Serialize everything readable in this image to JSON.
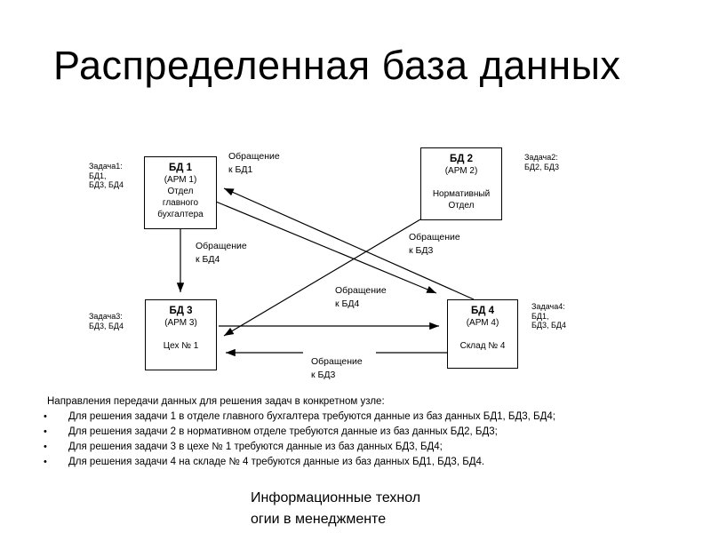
{
  "slide": {
    "title": "Распределенная база данных"
  },
  "diagram": {
    "nodes": {
      "bd1": {
        "name": "БД 1",
        "arm": "(АРМ 1)",
        "dept": "Отдел\nглавного\nбухгалтера",
        "task": "Задача1:\nБД1,\nБД3, БД4"
      },
      "bd2": {
        "name": "БД 2",
        "arm": "(АРМ 2)",
        "dept": "Нормативный\nОтдел",
        "task": "Задача2:\nБД2, БД3"
      },
      "bd3": {
        "name": "БД 3",
        "arm": "(АРМ 3)",
        "dept": "Цех № 1",
        "task": "Задача3:\nБД3, БД4"
      },
      "bd4": {
        "name": "БД 4",
        "arm": "(АРМ 4)",
        "dept": "Склад № 4",
        "task": "Задача4:\nБД1,\nБД3, БД4"
      }
    },
    "arrow_labels": {
      "request_bd1": "Обращение\nк БД1",
      "request_bd4_left": "Обращение\nк БД4",
      "request_bd3_right": "Обращение\nк БД3",
      "request_bd4_mid": "Обращение\nк БД4",
      "request_bd3_bottom": "Обращение\nк БД3"
    }
  },
  "notes": {
    "intro": "Направления передачи данных для решения задач в конкретном узле:",
    "bullet_char": "•",
    "bullets": [
      "Для решения задачи 1 в отделе главного бухгалтера требуются данные из баз данных БД1, БД3, БД4;",
      "Для решения задачи 2 в нормативном отделе требуются данные из баз данных БД2, БД3;",
      "Для решения задачи 3 в цехе № 1 требуются данные из баз данных БД3, БД4;",
      "Для решения задачи 4 на складе № 4 требуются данные из баз данных БД1, БД3, БД4."
    ]
  },
  "footer": {
    "text": "Информационные технол\nогии в менеджменте"
  },
  "colors": {
    "background": "#ffffff",
    "text": "#000000",
    "line": "#000000"
  }
}
